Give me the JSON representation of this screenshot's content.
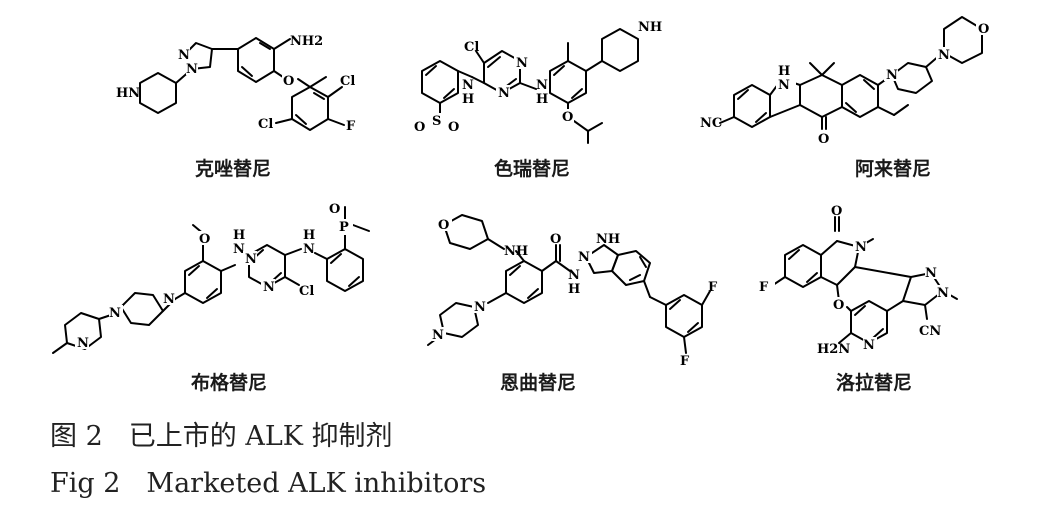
{
  "drugs": [
    {
      "name": "克唑替尼"
    },
    {
      "name": "色瑞替尼"
    },
    {
      "name": "阿来替尼"
    },
    {
      "name": "布格替尼"
    },
    {
      "name": "恩曲替尼"
    },
    {
      "name": "洛拉替尼"
    }
  ],
  "atom_labels": {
    "nh2": "NH2",
    "nh": "NH",
    "hn": "HN",
    "n": "N",
    "h": "H",
    "cl": "Cl",
    "f": "F",
    "o": "O",
    "s": "S",
    "p": "P",
    "cn": "CN",
    "nc": "NC",
    "h2n": "H2N"
  },
  "caption": {
    "cn_number": "图 2",
    "cn_title": "已上市的 ALK 抑制剂",
    "en_number": "Fig 2",
    "en_title": "Marketed ALK inhibitors"
  }
}
